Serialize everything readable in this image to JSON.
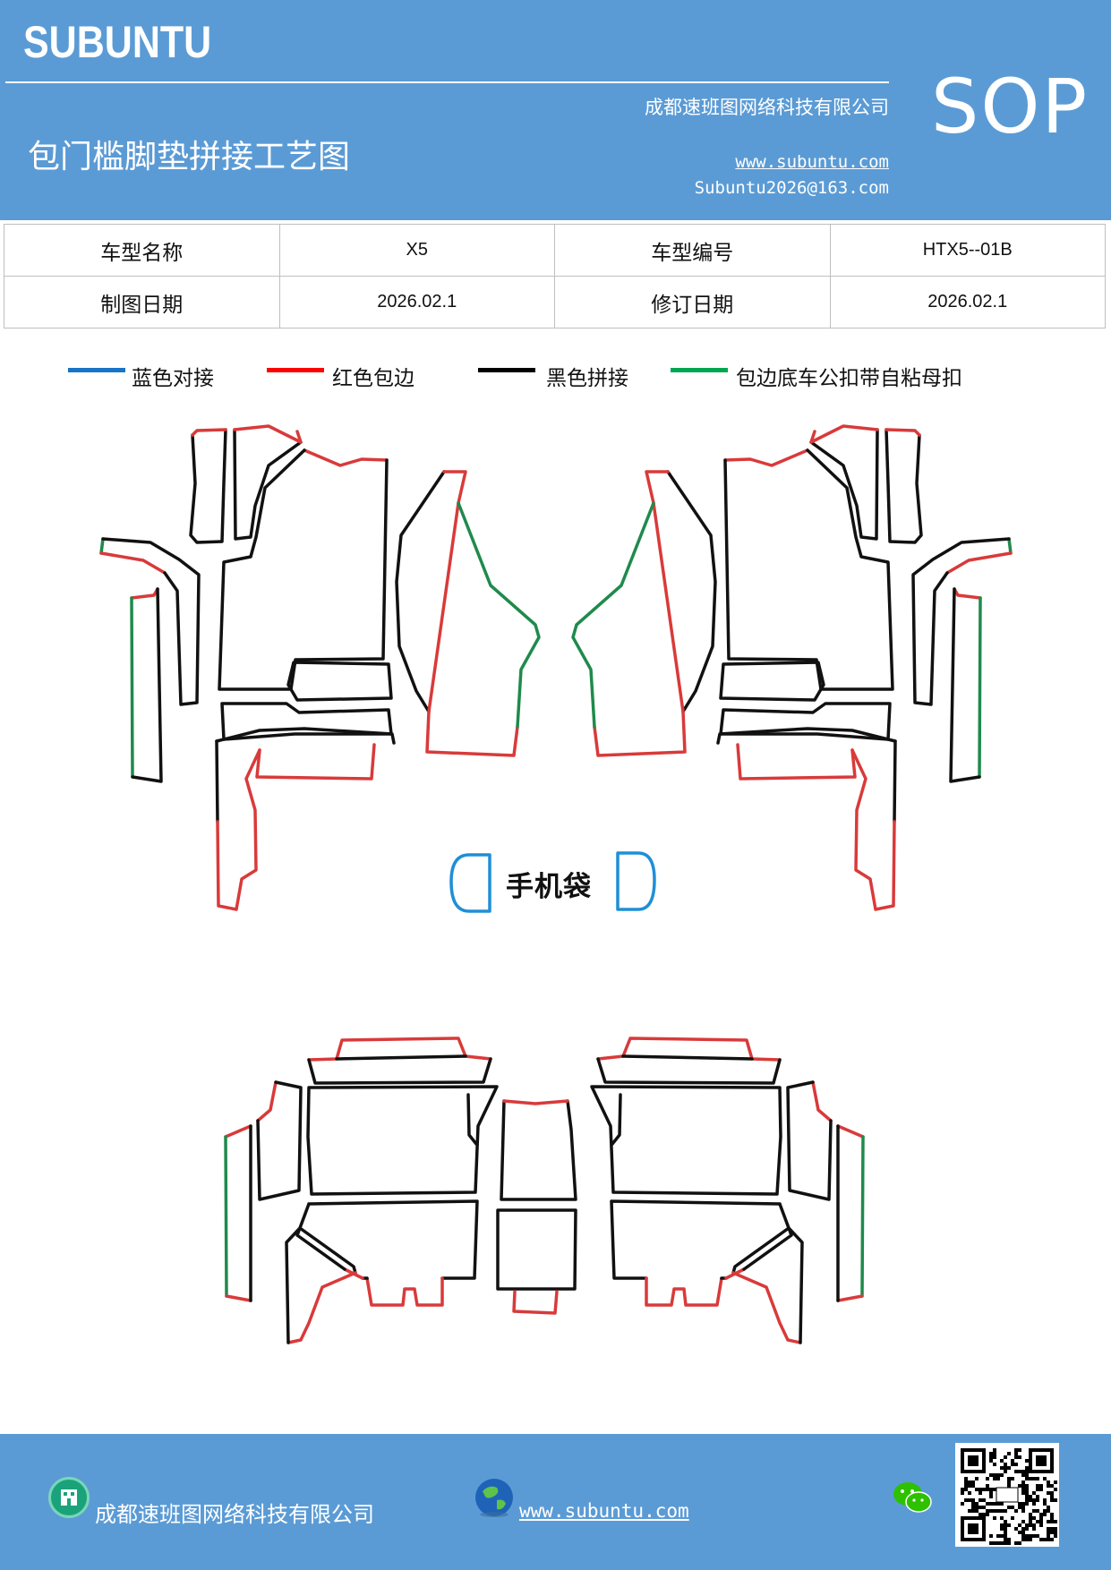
{
  "header": {
    "brand": "SUBUNTU",
    "badge": "SOP",
    "title": "包门槛脚垫拼接工艺图",
    "company": "成都速班图网络科技有限公司",
    "website": "www.subuntu.com",
    "email": "Subuntu2026@163.com"
  },
  "info": {
    "row1": {
      "label1": "车型名称",
      "value1": "X5",
      "label2": "车型编号",
      "value2": "HTX5--01B"
    },
    "row2": {
      "label1": "制图日期",
      "value1": "2026.02.1",
      "label2": "修订日期",
      "value2": "2026.02.1"
    }
  },
  "legend": [
    {
      "label": "蓝色对接",
      "color": "#1874c6"
    },
    {
      "label": "红色包边",
      "color": "#ff0000"
    },
    {
      "label": "黑色拼接",
      "color": "#000000"
    },
    {
      "label": "包边底车公扣带自粘母扣",
      "color": "#00a651"
    }
  ],
  "diagram": {
    "pocket_label": "手机袋",
    "colors": {
      "red": "#d93a3a",
      "black": "#111111",
      "green": "#1f8a4c",
      "blue": "#1f8fd6"
    }
  },
  "footer": {
    "company": "成都速班图网络科技有限公司",
    "website": "www.subuntu.com",
    "icons": [
      "building-icon",
      "globe-icon",
      "wechat-icon",
      "qr-code"
    ]
  }
}
